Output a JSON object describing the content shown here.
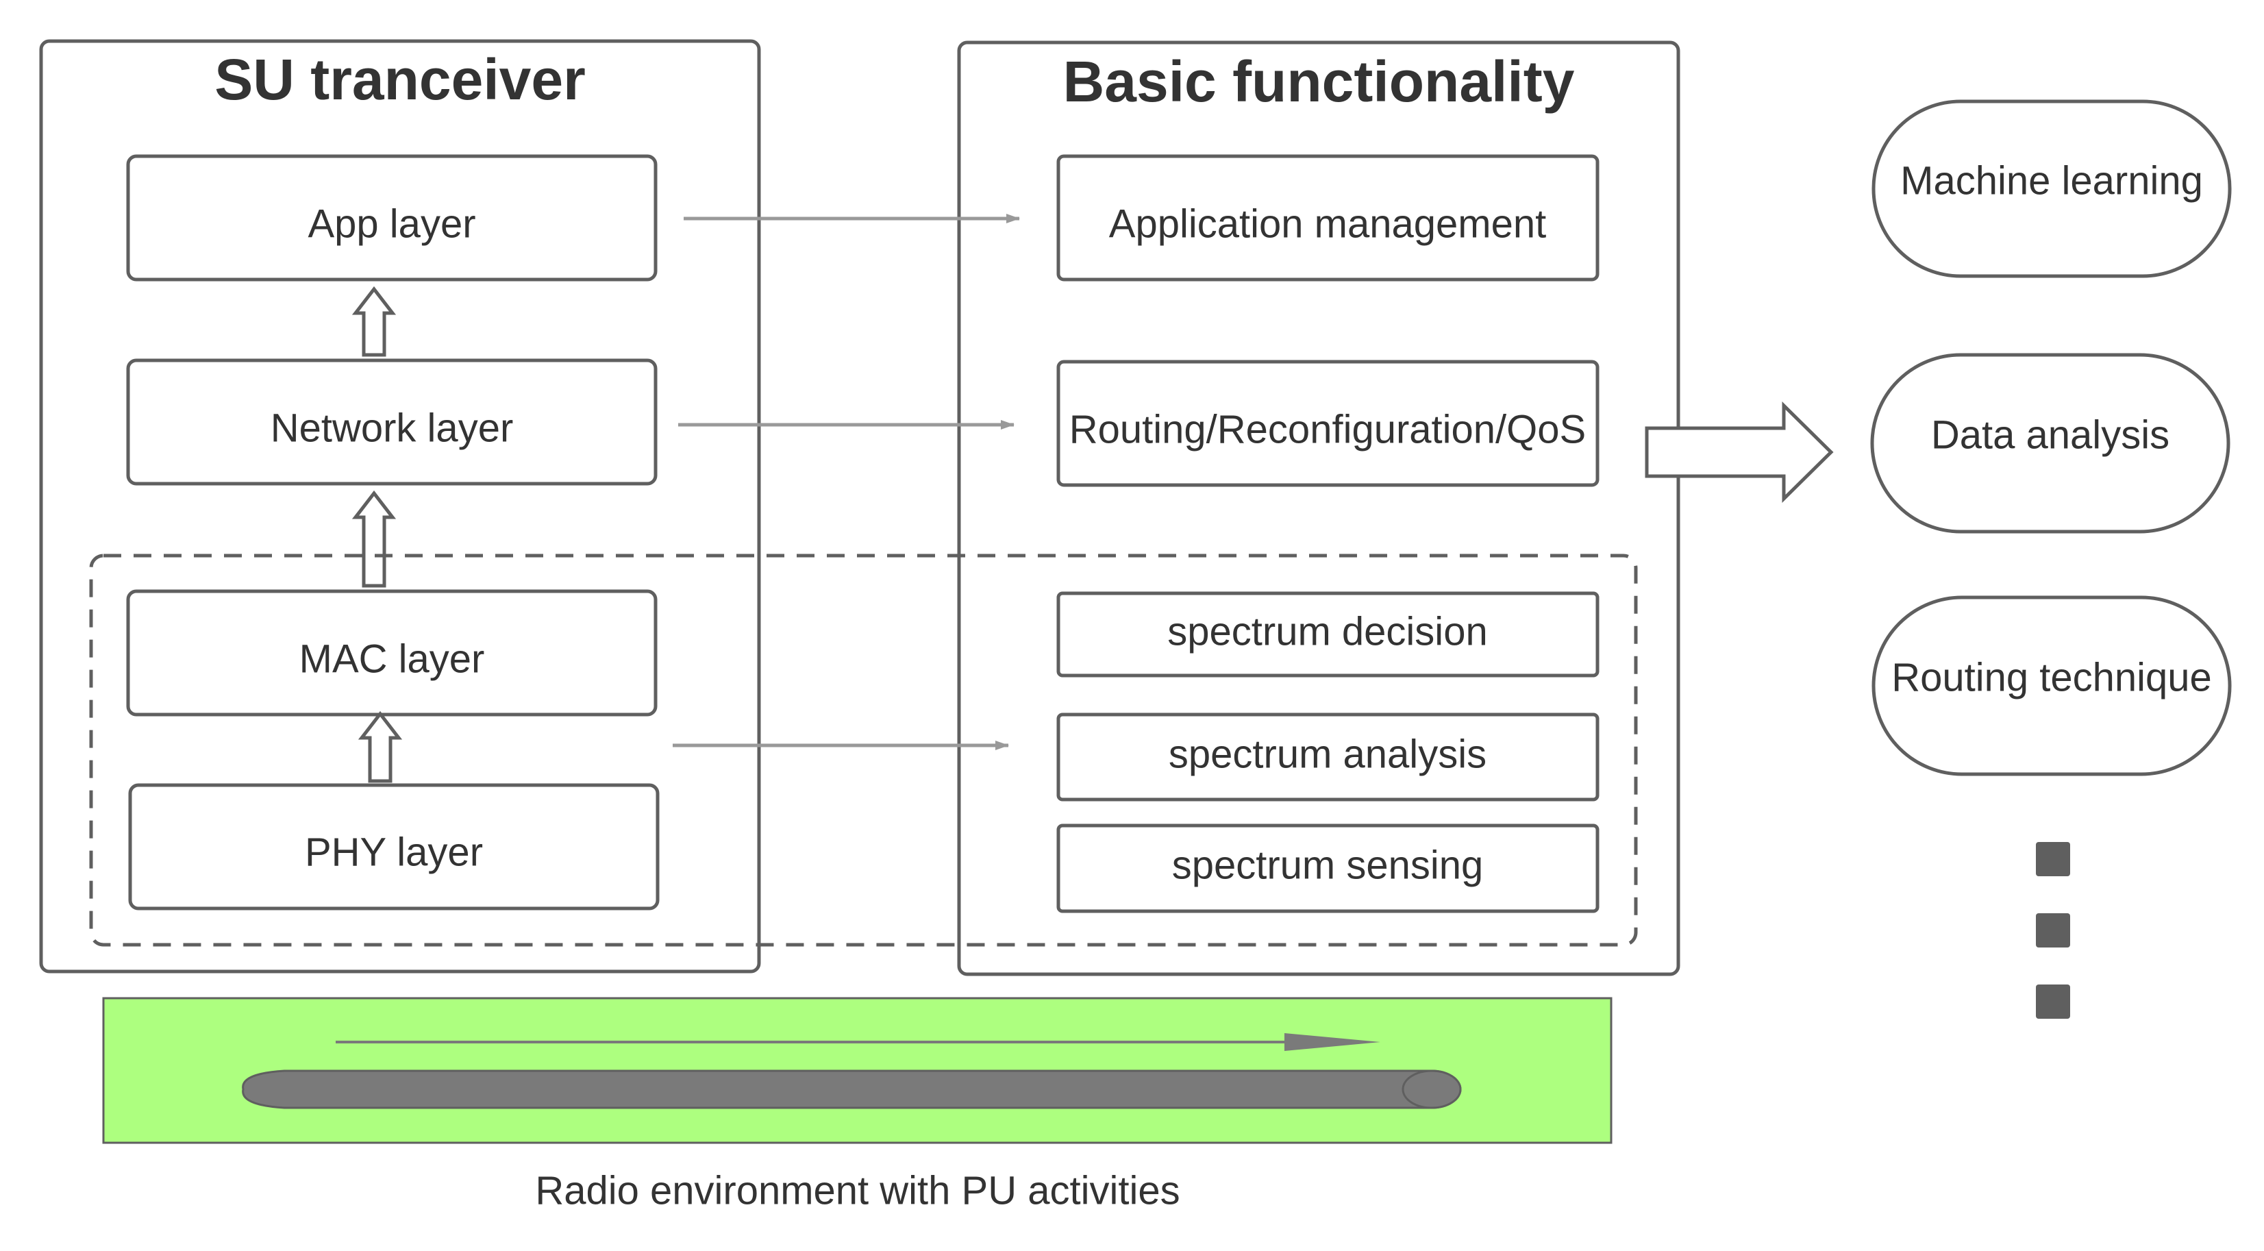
{
  "colors": {
    "stroke": "#5f5f5f",
    "connector": "#999999",
    "radio_environment_fill": "#adff7f",
    "channel_fill": "#7a7a7a",
    "text": "#333333"
  },
  "su_transceiver": {
    "title": "SU tranceiver",
    "layers": [
      "App layer",
      "Network layer",
      "MAC layer",
      "PHY layer"
    ]
  },
  "basic_functionality": {
    "title": "Basic functionality",
    "items": [
      "Application management",
      "Routing/Reconfiguration/QoS",
      "spectrum decision",
      "spectrum analysis",
      "spectrum sensing"
    ]
  },
  "techniques": [
    "Machine learning",
    "Data analysis",
    "Routing technique"
  ],
  "radio_environment": {
    "caption": "Radio environment with PU activities"
  }
}
